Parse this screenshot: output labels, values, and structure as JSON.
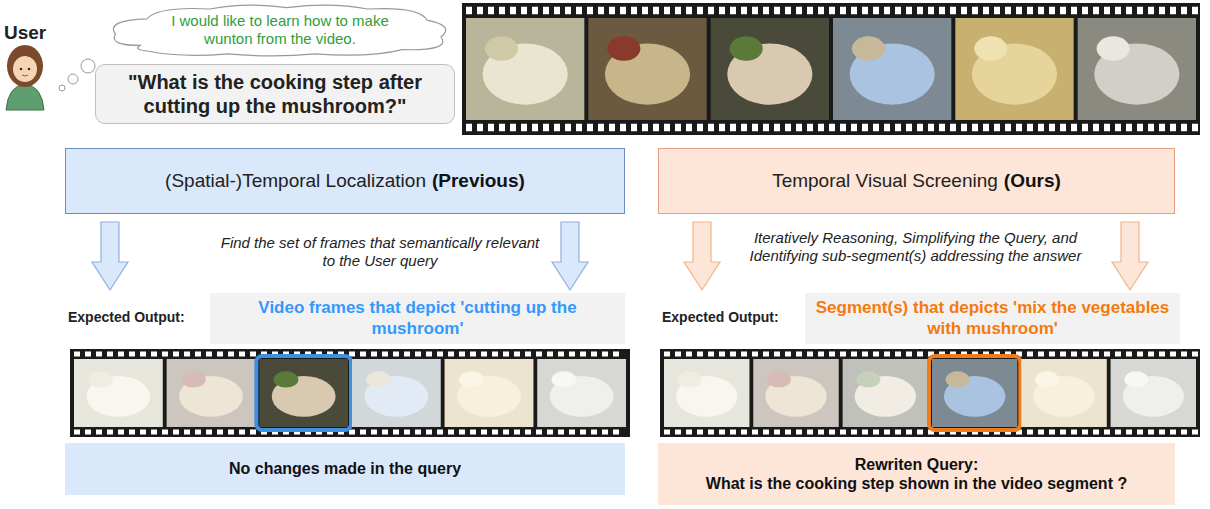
{
  "diagram": {
    "nodes": [
      {
        "text": [
          "I would like to learn how to make wunton from the video."
        ]
      },
      {
        "text": [
          "\"What is the cooking step after cutting up the mushroom?\""
        ]
      },
      {
        "text": [
          "(Spatial-)Temporal Localization",
          "(Previous)"
        ]
      },
      {
        "text": [
          "Temporal Visual Screening",
          "(Ours)"
        ]
      },
      {
        "text": [
          "Video frames that depict 'cutting up the mushroom'"
        ]
      },
      {
        "text": [
          "Segment(s) that depicts 'mix the vegetables with mushroom'"
        ]
      },
      {
        "text": [
          "No changes made in the query"
        ]
      },
      {
        "text": [
          "Rewriten Query:",
          "What is the cooking step shown in the video segment ?"
        ]
      }
    ],
    "labels": [
      "User",
      "Find the set of frames that semantically relevant to the User query",
      "Iteratively Reasoning, Simplifying the Query, and Identifying sub-segment(s) addressing the answer",
      "Expected Output:",
      "Expected Output:"
    ]
  }
}
